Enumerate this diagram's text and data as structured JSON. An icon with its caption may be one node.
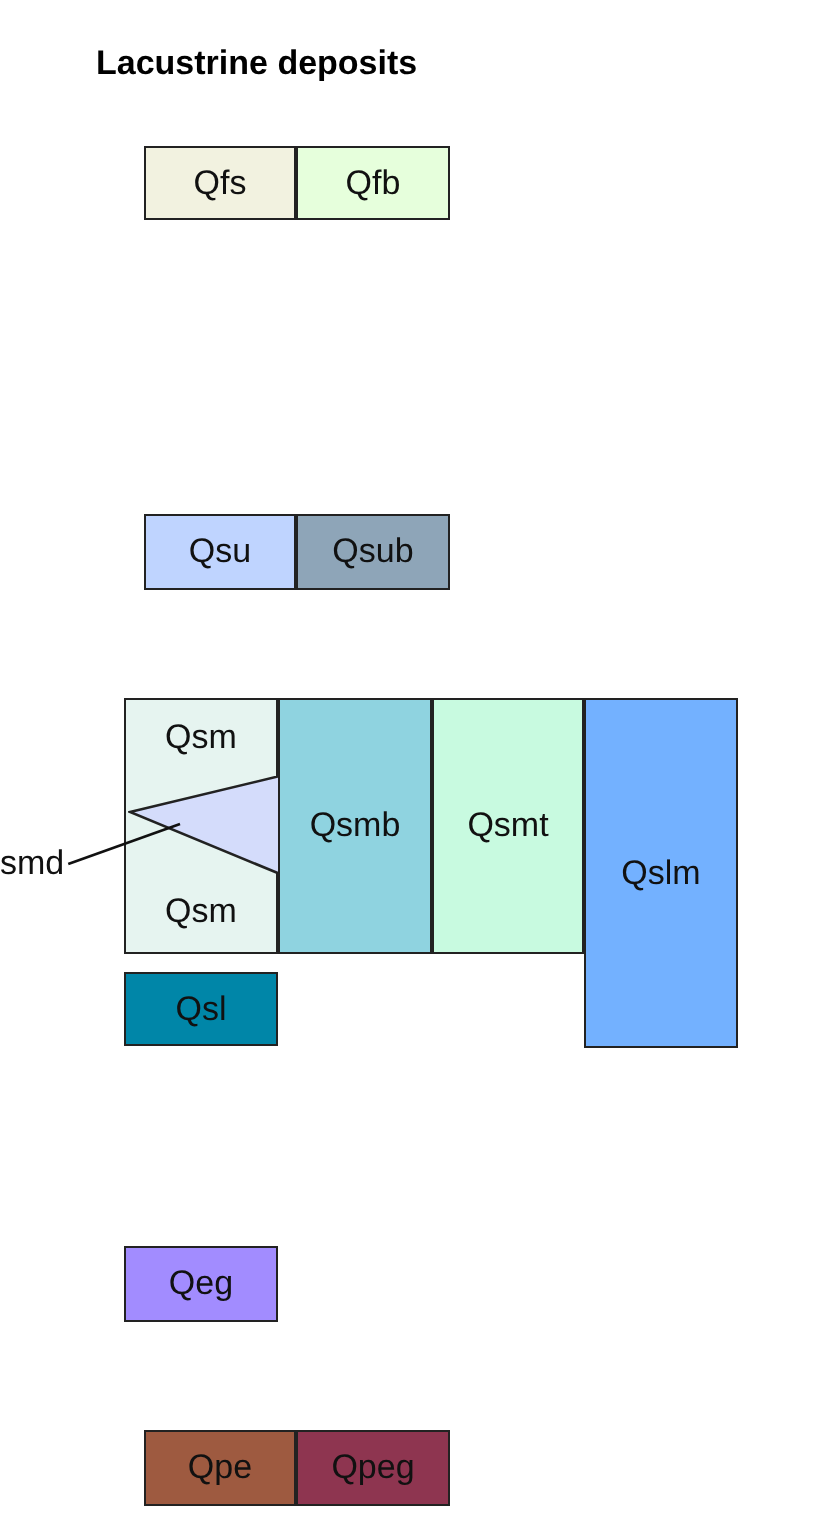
{
  "diagram": {
    "title": "Lacustrine deposits",
    "nodes": [
      {
        "text": [
          "Qfs"
        ]
      },
      {
        "text": [
          "Qfb"
        ]
      },
      {
        "text": [
          "Qsu"
        ]
      },
      {
        "text": [
          "Qsub"
        ]
      },
      {
        "text": [
          "Qsm",
          "Qsm"
        ]
      },
      {
        "text": [],
        "shape": "triangle",
        "in": 4
      },
      {
        "text": [
          "smd"
        ]
      },
      {
        "text": [
          "Qsmb"
        ]
      },
      {
        "text": [
          "Qsmt"
        ]
      },
      {
        "text": [
          "Qslm"
        ]
      },
      {
        "text": [
          "Qsl"
        ]
      },
      {
        "text": [
          "Qeg"
        ]
      },
      {
        "text": [
          "Qpe"
        ]
      },
      {
        "text": [
          "Qpeg"
        ]
      }
    ],
    "edges": [
      {
        "from": 6,
        "to": 5,
        "arrow": "none"
      }
    ]
  }
}
